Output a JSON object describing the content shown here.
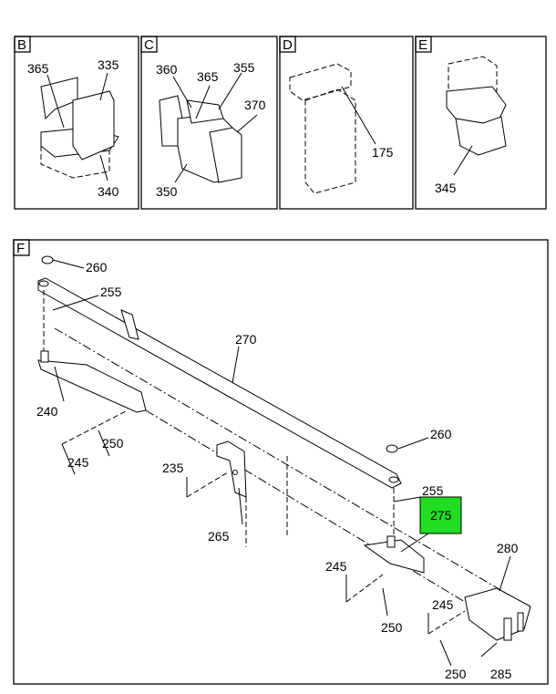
{
  "panels": {
    "B": {
      "tag": "B",
      "callouts": [
        "365",
        "335",
        "340"
      ]
    },
    "C": {
      "tag": "C",
      "callouts": [
        "360",
        "365",
        "355",
        "370",
        "350"
      ]
    },
    "D": {
      "tag": "D",
      "callouts": [
        "175"
      ]
    },
    "E": {
      "tag": "E",
      "callouts": [
        "345"
      ]
    },
    "F": {
      "tag": "F",
      "callouts": [
        "260",
        "255",
        "270",
        "240",
        "250",
        "245",
        "235",
        "265",
        "260",
        "255",
        "275",
        "245",
        "250",
        "280",
        "245",
        "250",
        "285"
      ]
    }
  },
  "highlight": {
    "callout": "275",
    "color": "#22dd22"
  }
}
